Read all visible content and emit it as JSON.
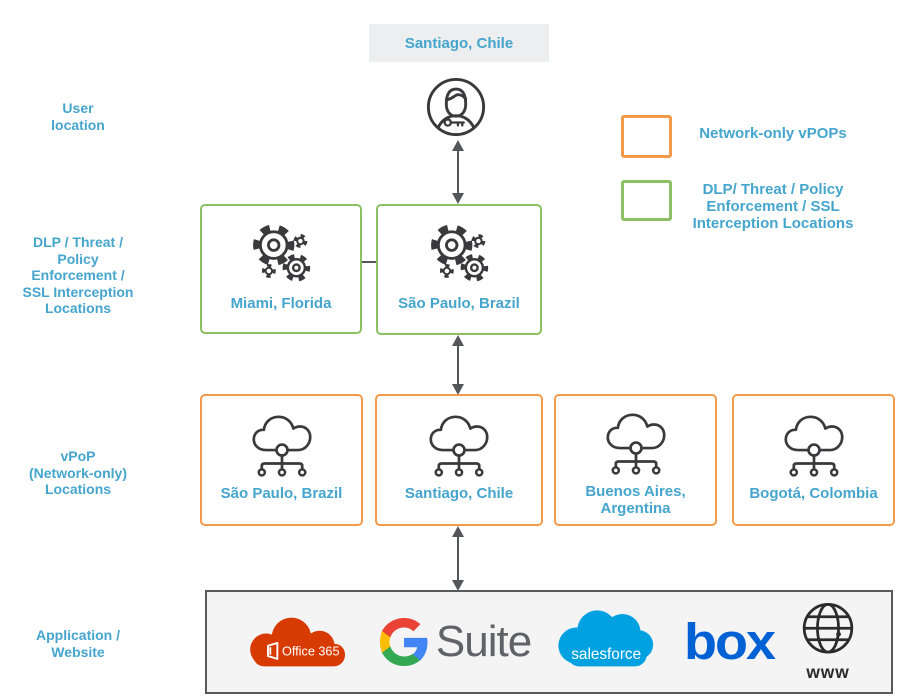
{
  "row_labels": {
    "user": "User\nlocation",
    "enforcement": "DLP / Threat /\nPolicy\nEnforcement /\nSSL Interception\nLocations",
    "vpop": "vPoP\n(Network-only)\nLocations",
    "application": "Application /\nWebsite"
  },
  "user_location": {
    "label": "Santiago, Chile"
  },
  "legend": {
    "network_only_label": "Network-only vPOPs",
    "enforcement_label": "DLP/ Threat / Policy\nEnforcement / SSL\nInterception Locations"
  },
  "enforcement_nodes": [
    {
      "label": "Miami, Florida"
    },
    {
      "label": "São Paulo, Brazil"
    }
  ],
  "vpop_nodes": [
    {
      "label": "São Paulo, Brazil"
    },
    {
      "label": "Santiago, Chile"
    },
    {
      "label": "Buenos Aires,\nArgentina"
    },
    {
      "label": "Bogotá, Colombia"
    }
  ],
  "applications": {
    "office365": "Office 365",
    "gsuite": "Suite",
    "salesforce": "salesforce",
    "box": "box",
    "www": "www"
  },
  "colors": {
    "accent_blue": "#45a5cd",
    "green_border": "#8cc063",
    "orange_border": "#f29a4a",
    "arrow_gray": "#55565a",
    "icon_dark": "#3a3a3c",
    "top_label_bg": "#eceef0",
    "app_box_bg": "#f4f4f5",
    "app_box_border": "#58595b",
    "office365_orange": "#d83b01",
    "salesforce_blue": "#00a1e0",
    "box_blue": "#0061d5",
    "gsuite_gray": "#5f6368",
    "google_g_colors": [
      "#4285F4",
      "#34A853",
      "#FBBC05",
      "#EA4335"
    ]
  }
}
